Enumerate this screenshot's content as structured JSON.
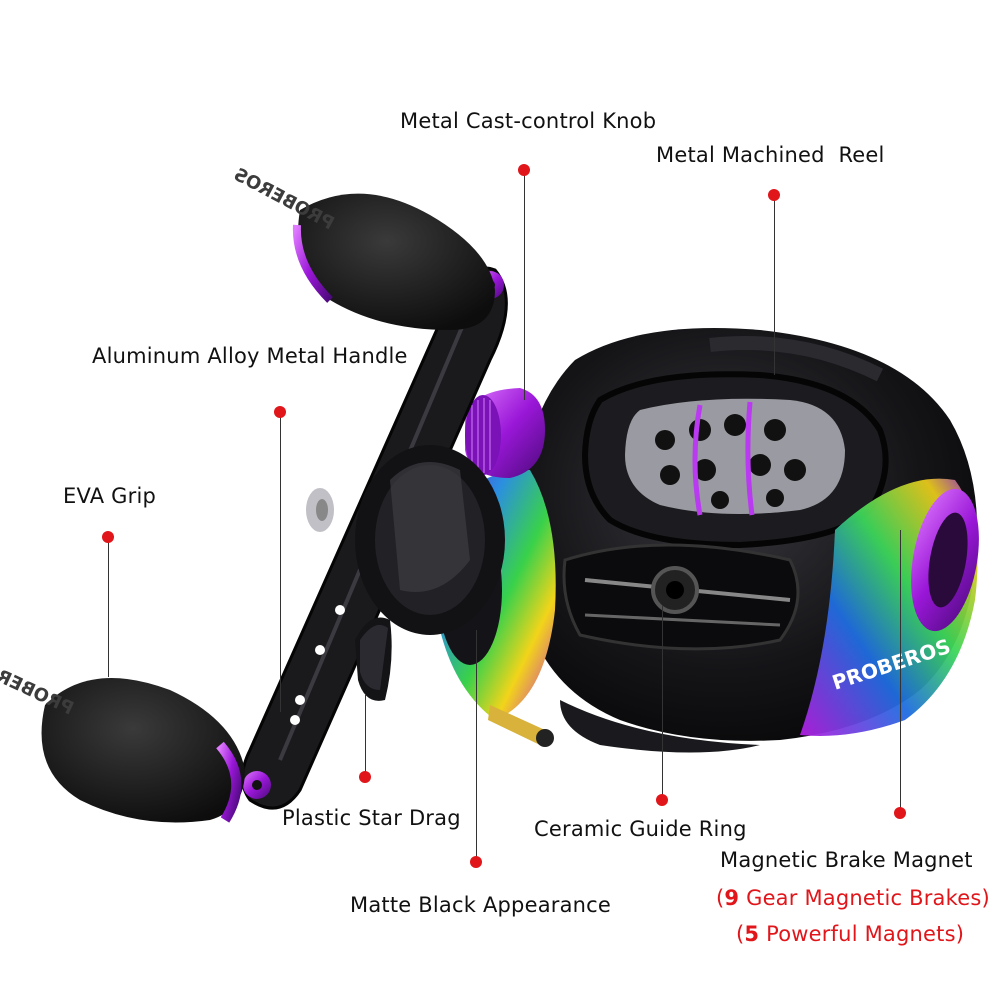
{
  "brand": {
    "name": "PROBEROS"
  },
  "colors": {
    "callout_dot": "#e0161b",
    "accent_purple": "#a020f0",
    "body_black": "#111111"
  },
  "callouts": {
    "cast_knob": "Metal Cast-control Knob",
    "machined_reel": "Metal Machined  Reel",
    "handle": "Aluminum Alloy Metal Handle",
    "eva_grip": "EVA Grip",
    "star_drag": "Plastic Star Drag",
    "guide_ring": "Ceramic Guide Ring",
    "brake_magnet": "Magnetic Brake Magnet",
    "matte_black": "Matte Black Appearance"
  },
  "brake_details": {
    "gear_open": "(",
    "gear_number": "9",
    "gear_text": " Gear Magnetic Brakes)",
    "magnets_open": "(",
    "magnets_number": "5",
    "magnets_text": " Powerful Magnets)"
  }
}
